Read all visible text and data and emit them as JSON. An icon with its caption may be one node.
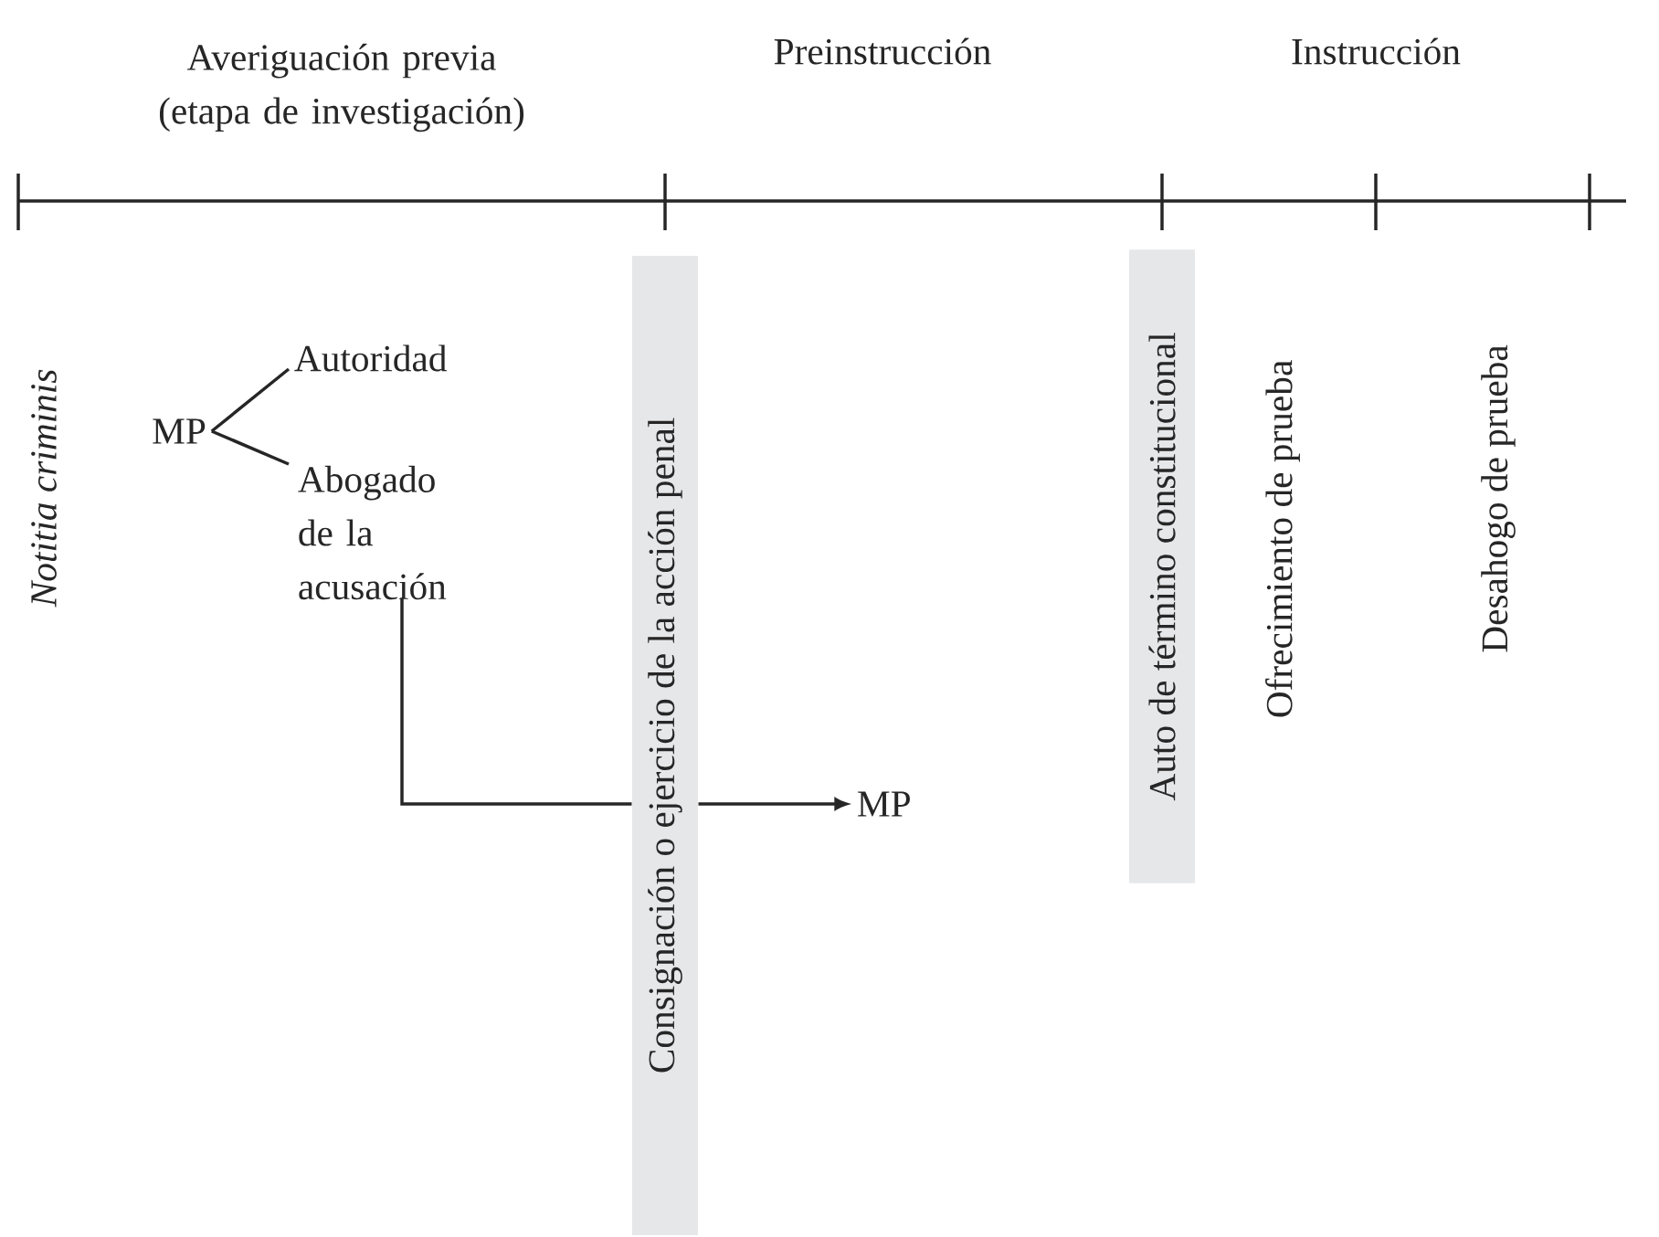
{
  "diagram": {
    "nodes": [
      {
        "text": [
          "MP"
        ]
      },
      {
        "text": [
          "Autoridad"
        ]
      },
      {
        "text": [
          "Abogado de la acusación"
        ]
      },
      {
        "text": [
          "Consignación o ejercicio de la acción penal"
        ]
      },
      {
        "text": [
          "MP"
        ]
      },
      {
        "text": [
          "Auto de término constitucional"
        ]
      }
    ],
    "edges": [
      {
        "from": 0,
        "to": 1,
        "arrow": "none"
      },
      {
        "from": 0,
        "to": 2,
        "arrow": "none"
      },
      {
        "from": 2,
        "to": 3,
        "arrow": "none"
      },
      {
        "from": 3,
        "to": 4,
        "arrow": "to"
      }
    ],
    "labels": [
      "Averiguación previa (etapa de investigación)",
      "Preinstrucción",
      "Instrucción",
      "Notitia criminis",
      "Ofrecimiento de prueba",
      "Desahogo de prueba"
    ]
  }
}
